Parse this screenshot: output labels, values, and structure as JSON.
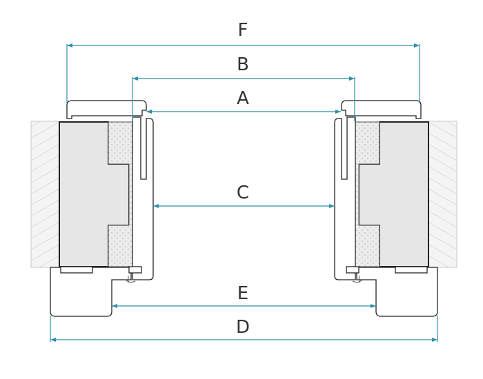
{
  "dimensions": {
    "F": "F",
    "B": "B",
    "A": "A",
    "C": "C",
    "E": "E",
    "D": "D"
  },
  "colors": {
    "dimension_line": "#2e8fa8",
    "outline": "#222222",
    "block_fill": "#e6e6e6",
    "wall_hatch": "#c8c8c8"
  }
}
